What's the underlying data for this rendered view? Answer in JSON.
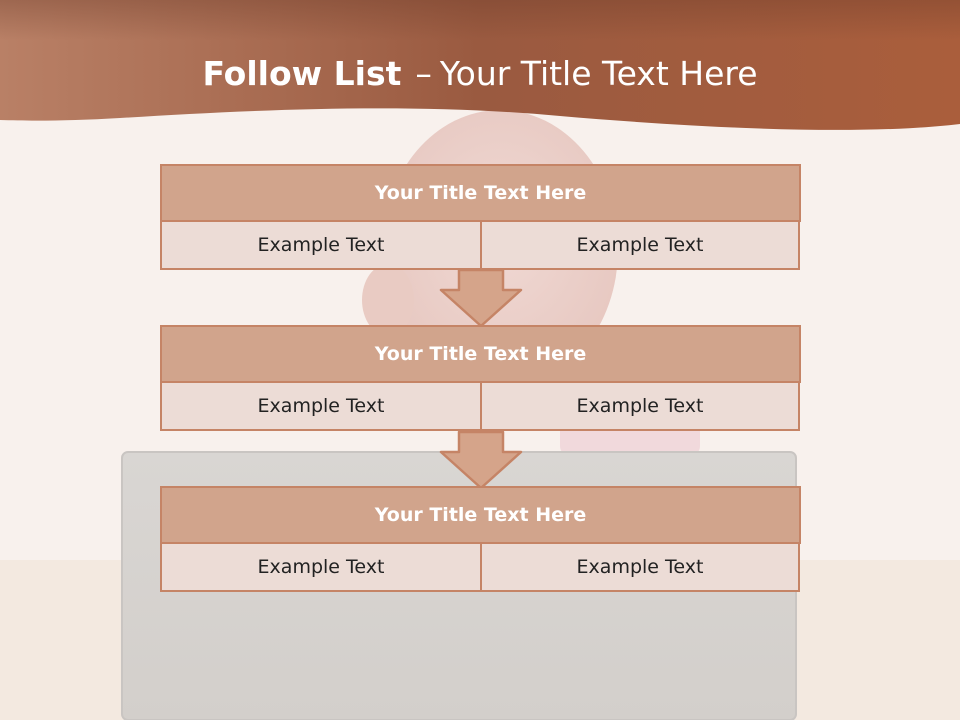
{
  "slide": {
    "title_bold": "Follow List",
    "title_separator": "–",
    "title_rest": "Your Title Text Here"
  },
  "blocks": [
    {
      "heading": "Your Title Text Here",
      "left_text": "Example Text",
      "right_text": "Example Text"
    },
    {
      "heading": "Your Title Text Here",
      "left_text": "Example Text",
      "right_text": "Example Text"
    },
    {
      "heading": "Your Title Text Here",
      "left_text": "Example Text",
      "right_text": "Example Text"
    }
  ],
  "colors": {
    "banner": "#a8654a",
    "heading_fill": "#d1a48c",
    "cell_fill": "#ecdcd6",
    "border": "#c58466",
    "arrow_fill": "#d5a48a"
  }
}
